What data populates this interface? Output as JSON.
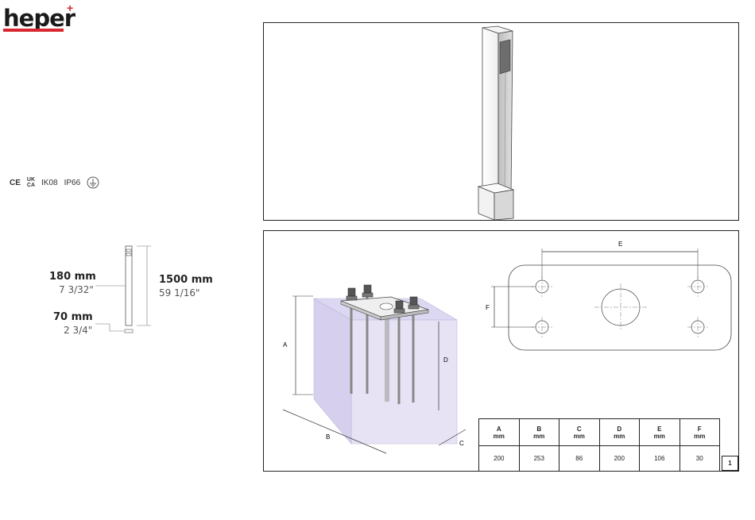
{
  "brand": {
    "name": "heper",
    "accent": "#d7282f"
  },
  "certifications": {
    "ce": "CE",
    "ukca_top": "UK",
    "ukca_bottom": "CA",
    "ik": "IK08",
    "ip": "IP66"
  },
  "product_dimensions": {
    "width_mm": "180 mm",
    "width_in": "7 3/32\"",
    "height_mm": "1500 mm",
    "height_in": "59 1/16\"",
    "base_mm": "70 mm",
    "base_in": "2 3/4\""
  },
  "installation_drawing": {
    "labels": {
      "a": "A",
      "b": "B",
      "c": "C",
      "d": "D",
      "e": "E",
      "f": "F"
    },
    "table": {
      "columns": [
        {
          "name": "A",
          "unit": "mm",
          "value": "200"
        },
        {
          "name": "B",
          "unit": "mm",
          "value": "253"
        },
        {
          "name": "C",
          "unit": "mm",
          "value": "86"
        },
        {
          "name": "D",
          "unit": "mm",
          "value": "200"
        },
        {
          "name": "E",
          "unit": "mm",
          "value": "106"
        },
        {
          "name": "F",
          "unit": "mm",
          "value": "30"
        }
      ]
    },
    "page_number": "1"
  }
}
